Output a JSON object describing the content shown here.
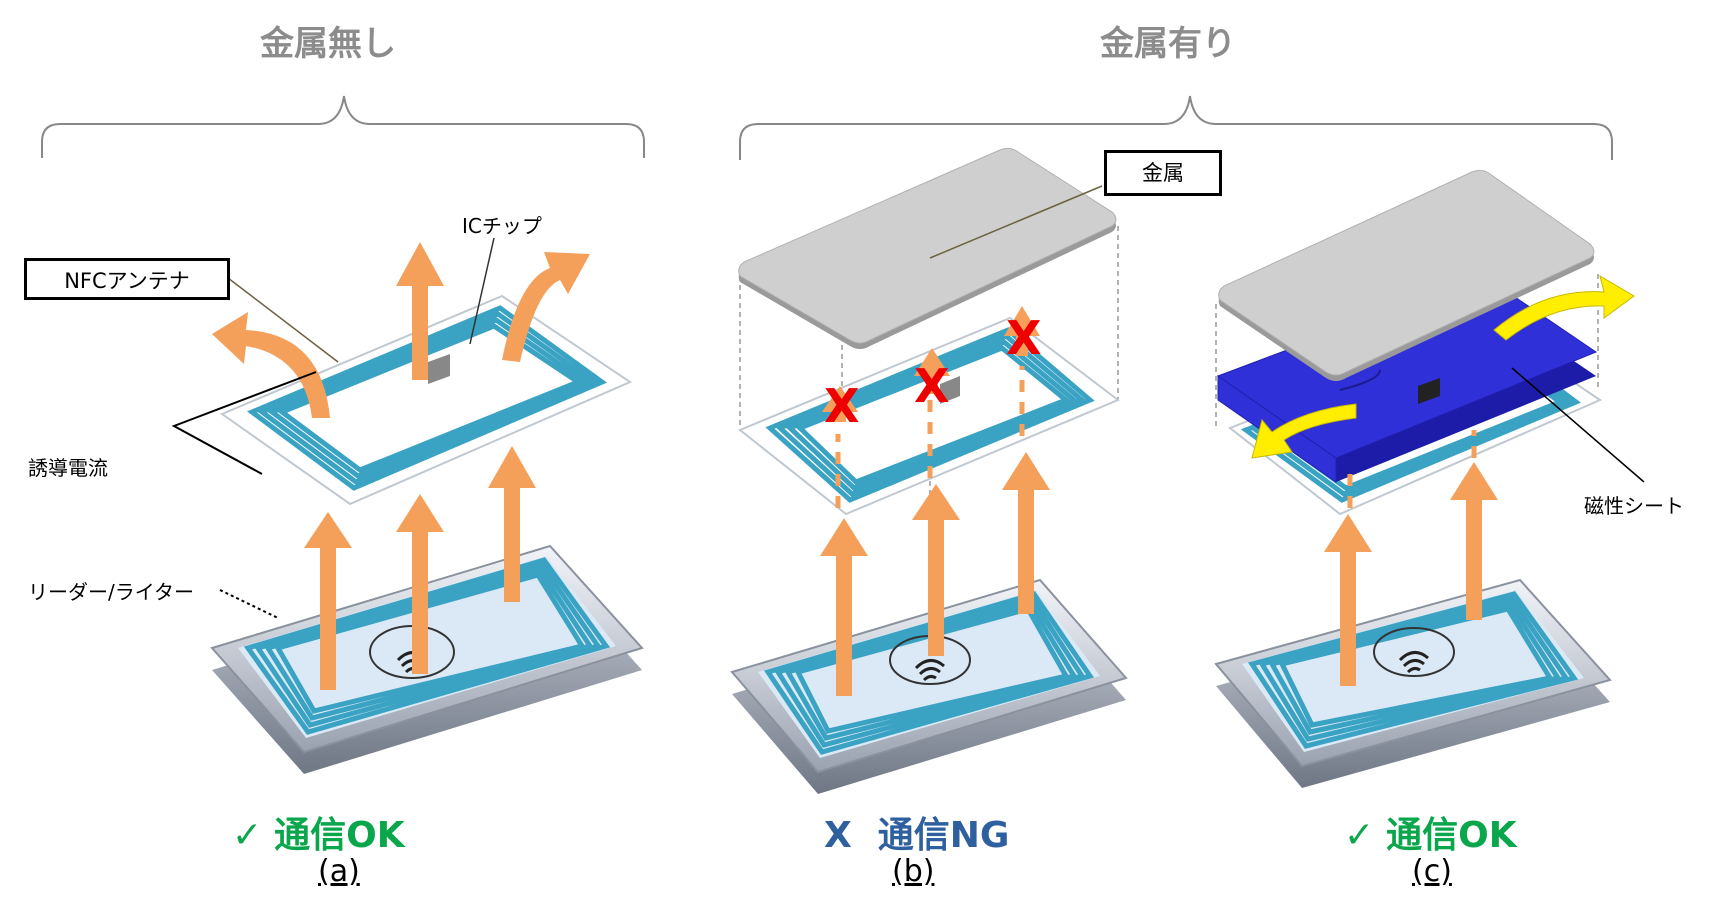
{
  "colors": {
    "arrow_field": "#f5a05a",
    "antenna_coil": "#3aa3c4",
    "metal": "#cfcfcf",
    "magnetic_sheet": "#3030d8",
    "arrow_diverted": "#ffee00",
    "block_mark": "#ee0000",
    "ok_text": "#0aa64b",
    "ng_text": "#2e5f9e",
    "group_title": "#8c8c8c"
  },
  "groups": {
    "no_metal": {
      "title": "金属無し"
    },
    "with_metal": {
      "title": "金属有り"
    }
  },
  "labels": {
    "nfc_antenna": "NFCアンテナ",
    "ic_chip": "ICチップ",
    "induced_current": "誘導電流",
    "reader_writer": "リーダー/ライター",
    "metal": "金属",
    "magnetic_sheet": "磁性シート"
  },
  "panels": [
    {
      "id": "a",
      "icon": "check-icon",
      "mark": "✓",
      "status": "通信OK",
      "caption": "(a)"
    },
    {
      "id": "b",
      "icon": "x-icon",
      "mark": "X",
      "status": "通信NG",
      "caption": "(b)"
    },
    {
      "id": "c",
      "icon": "check-icon",
      "mark": "✓",
      "status": "通信OK",
      "caption": "(c)"
    }
  ]
}
